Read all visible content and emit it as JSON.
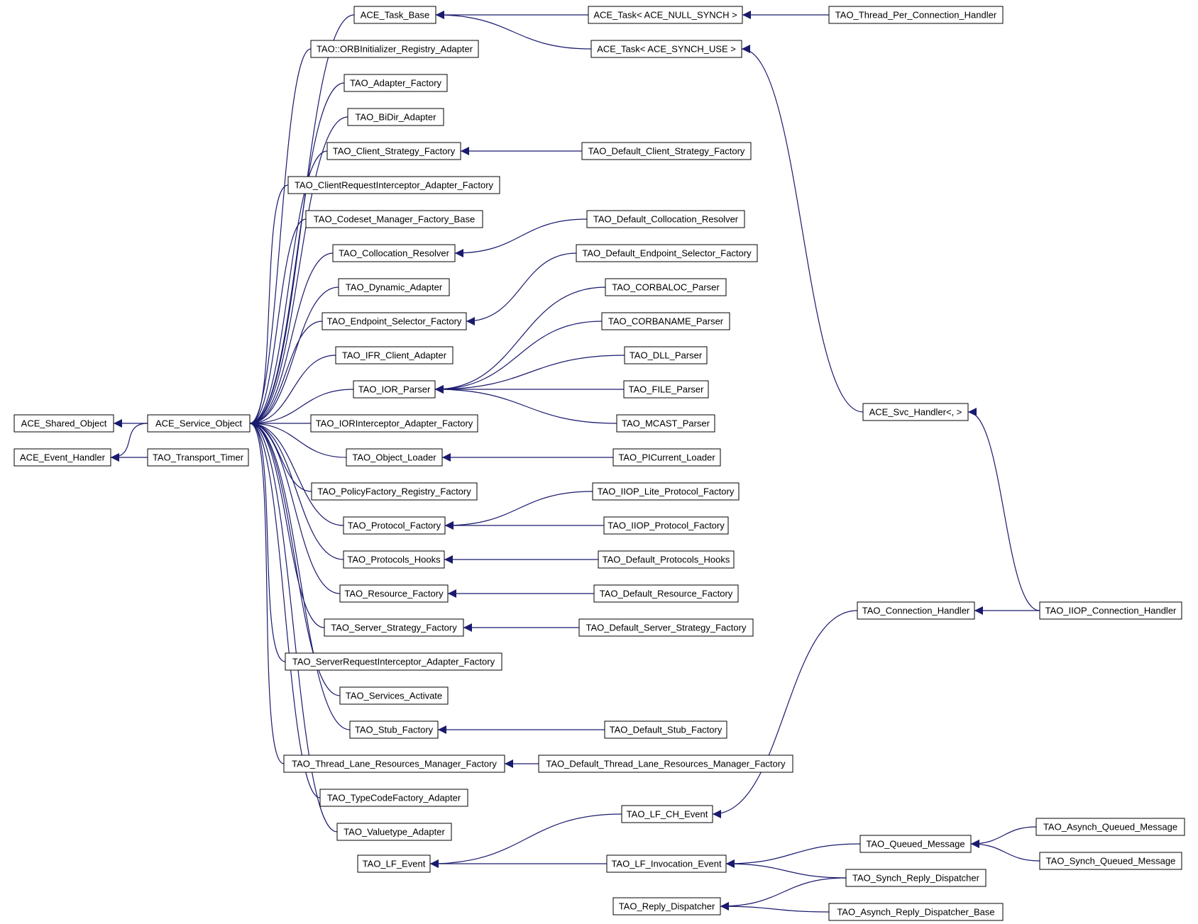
{
  "colors": {
    "edge": "#1a1a6e",
    "node_border": "#000000",
    "node_fill": "#ffffff",
    "background": "#ffffff"
  },
  "nodes": [
    {
      "id": "ace_shared_object",
      "label": "ACE_Shared_Object"
    },
    {
      "id": "ace_event_handler",
      "label": "ACE_Event_Handler"
    },
    {
      "id": "ace_service_object",
      "label": "ACE_Service_Object"
    },
    {
      "id": "tao_transport_timer",
      "label": "TAO_Transport_Timer"
    },
    {
      "id": "ace_task_base",
      "label": "ACE_Task_Base"
    },
    {
      "id": "tao_orbinitializer_registry_adapter",
      "label": "TAO::ORBInitializer_Registry_Adapter"
    },
    {
      "id": "tao_adapter_factory",
      "label": "TAO_Adapter_Factory"
    },
    {
      "id": "tao_bidir_adapter",
      "label": "TAO_BiDir_Adapter"
    },
    {
      "id": "tao_client_strategy_factory",
      "label": "TAO_Client_Strategy_Factory"
    },
    {
      "id": "tao_clientrequestinterceptor_adapter_factory",
      "label": "TAO_ClientRequestInterceptor_Adapter_Factory"
    },
    {
      "id": "tao_codeset_manager_factory_base",
      "label": "TAO_Codeset_Manager_Factory_Base"
    },
    {
      "id": "tao_collocation_resolver",
      "label": "TAO_Collocation_Resolver"
    },
    {
      "id": "tao_dynamic_adapter",
      "label": "TAO_Dynamic_Adapter"
    },
    {
      "id": "tao_endpoint_selector_factory",
      "label": "TAO_Endpoint_Selector_Factory"
    },
    {
      "id": "tao_ifr_client_adapter",
      "label": "TAO_IFR_Client_Adapter"
    },
    {
      "id": "tao_ior_parser",
      "label": "TAO_IOR_Parser"
    },
    {
      "id": "tao_iorinterceptor_adapter_factory",
      "label": "TAO_IORInterceptor_Adapter_Factory"
    },
    {
      "id": "tao_object_loader",
      "label": "TAO_Object_Loader"
    },
    {
      "id": "tao_policyfactory_registry_factory",
      "label": "TAO_PolicyFactory_Registry_Factory"
    },
    {
      "id": "tao_protocol_factory",
      "label": "TAO_Protocol_Factory"
    },
    {
      "id": "tao_protocols_hooks",
      "label": "TAO_Protocols_Hooks"
    },
    {
      "id": "tao_resource_factory",
      "label": "TAO_Resource_Factory"
    },
    {
      "id": "tao_server_strategy_factory",
      "label": "TAO_Server_Strategy_Factory"
    },
    {
      "id": "tao_serverrequestinterceptor_adapter_factory",
      "label": "TAO_ServerRequestInterceptor_Adapter_Factory"
    },
    {
      "id": "tao_services_activate",
      "label": "TAO_Services_Activate"
    },
    {
      "id": "tao_stub_factory",
      "label": "TAO_Stub_Factory"
    },
    {
      "id": "tao_thread_lane_resources_manager_factory",
      "label": "TAO_Thread_Lane_Resources_Manager_Factory"
    },
    {
      "id": "tao_typecodefactory_adapter",
      "label": "TAO_TypeCodeFactory_Adapter"
    },
    {
      "id": "tao_valuetype_adapter",
      "label": "TAO_Valuetype_Adapter"
    },
    {
      "id": "tao_lf_event",
      "label": "TAO_LF_Event"
    },
    {
      "id": "ace_task_null_synch",
      "label": "ACE_Task< ACE_NULL_SYNCH >"
    },
    {
      "id": "ace_task_synch_use",
      "label": "ACE_Task< ACE_SYNCH_USE >"
    },
    {
      "id": "tao_default_client_strategy_factory",
      "label": "TAO_Default_Client_Strategy_Factory"
    },
    {
      "id": "tao_default_collocation_resolver",
      "label": "TAO_Default_Collocation_Resolver"
    },
    {
      "id": "tao_default_endpoint_selector_factory",
      "label": "TAO_Default_Endpoint_Selector_Factory"
    },
    {
      "id": "tao_corbaloc_parser",
      "label": "TAO_CORBALOC_Parser"
    },
    {
      "id": "tao_corbaname_parser",
      "label": "TAO_CORBANAME_Parser"
    },
    {
      "id": "tao_dll_parser",
      "label": "TAO_DLL_Parser"
    },
    {
      "id": "tao_file_parser",
      "label": "TAO_FILE_Parser"
    },
    {
      "id": "tao_mcast_parser",
      "label": "TAO_MCAST_Parser"
    },
    {
      "id": "tao_picurrent_loader",
      "label": "TAO_PICurrent_Loader"
    },
    {
      "id": "tao_iiop_lite_protocol_factory",
      "label": "TAO_IIOP_Lite_Protocol_Factory"
    },
    {
      "id": "tao_iiop_protocol_factory",
      "label": "TAO_IIOP_Protocol_Factory"
    },
    {
      "id": "tao_default_protocols_hooks",
      "label": "TAO_Default_Protocols_Hooks"
    },
    {
      "id": "tao_default_resource_factory",
      "label": "TAO_Default_Resource_Factory"
    },
    {
      "id": "tao_default_server_strategy_factory",
      "label": "TAO_Default_Server_Strategy_Factory"
    },
    {
      "id": "tao_default_stub_factory",
      "label": "TAO_Default_Stub_Factory"
    },
    {
      "id": "tao_default_thread_lane_resources_manager_factory",
      "label": "TAO_Default_Thread_Lane_Resources_Manager_Factory"
    },
    {
      "id": "tao_lf_ch_event",
      "label": "TAO_LF_CH_Event"
    },
    {
      "id": "tao_lf_invocation_event",
      "label": "TAO_LF_Invocation_Event"
    },
    {
      "id": "tao_reply_dispatcher",
      "label": "TAO_Reply_Dispatcher"
    },
    {
      "id": "tao_thread_per_connection_handler",
      "label": "TAO_Thread_Per_Connection_Handler"
    },
    {
      "id": "ace_svc_handler",
      "label": "ACE_Svc_Handler<, >"
    },
    {
      "id": "tao_connection_handler",
      "label": "TAO_Connection_Handler"
    },
    {
      "id": "tao_queued_message",
      "label": "TAO_Queued_Message"
    },
    {
      "id": "tao_synch_reply_dispatcher",
      "label": "TAO_Synch_Reply_Dispatcher"
    },
    {
      "id": "tao_asynch_reply_dispatcher_base",
      "label": "TAO_Asynch_Reply_Dispatcher_Base"
    },
    {
      "id": "tao_iiop_connection_handler",
      "label": "TAO_IIOP_Connection_Handler"
    },
    {
      "id": "tao_asynch_queued_message",
      "label": "TAO_Asynch_Queued_Message"
    },
    {
      "id": "tao_synch_queued_message",
      "label": "TAO_Synch_Queued_Message"
    }
  ],
  "edges": [
    [
      "ace_service_object",
      "ace_shared_object"
    ],
    [
      "ace_service_object",
      "ace_event_handler"
    ],
    [
      "tao_transport_timer",
      "ace_event_handler"
    ],
    [
      "ace_task_base",
      "ace_service_object"
    ],
    [
      "tao_orbinitializer_registry_adapter",
      "ace_service_object"
    ],
    [
      "tao_adapter_factory",
      "ace_service_object"
    ],
    [
      "tao_bidir_adapter",
      "ace_service_object"
    ],
    [
      "tao_client_strategy_factory",
      "ace_service_object"
    ],
    [
      "tao_clientrequestinterceptor_adapter_factory",
      "ace_service_object"
    ],
    [
      "tao_codeset_manager_factory_base",
      "ace_service_object"
    ],
    [
      "tao_collocation_resolver",
      "ace_service_object"
    ],
    [
      "tao_dynamic_adapter",
      "ace_service_object"
    ],
    [
      "tao_endpoint_selector_factory",
      "ace_service_object"
    ],
    [
      "tao_ifr_client_adapter",
      "ace_service_object"
    ],
    [
      "tao_ior_parser",
      "ace_service_object"
    ],
    [
      "tao_iorinterceptor_adapter_factory",
      "ace_service_object"
    ],
    [
      "tao_object_loader",
      "ace_service_object"
    ],
    [
      "tao_policyfactory_registry_factory",
      "ace_service_object"
    ],
    [
      "tao_protocol_factory",
      "ace_service_object"
    ],
    [
      "tao_protocols_hooks",
      "ace_service_object"
    ],
    [
      "tao_resource_factory",
      "ace_service_object"
    ],
    [
      "tao_server_strategy_factory",
      "ace_service_object"
    ],
    [
      "tao_serverrequestinterceptor_adapter_factory",
      "ace_service_object"
    ],
    [
      "tao_services_activate",
      "ace_service_object"
    ],
    [
      "tao_stub_factory",
      "ace_service_object"
    ],
    [
      "tao_thread_lane_resources_manager_factory",
      "ace_service_object"
    ],
    [
      "tao_typecodefactory_adapter",
      "ace_service_object"
    ],
    [
      "tao_valuetype_adapter",
      "ace_service_object"
    ],
    [
      "ace_task_null_synch",
      "ace_task_base"
    ],
    [
      "ace_task_synch_use",
      "ace_task_base"
    ],
    [
      "tao_thread_per_connection_handler",
      "ace_task_null_synch"
    ],
    [
      "ace_svc_handler",
      "ace_task_synch_use"
    ],
    [
      "tao_default_client_strategy_factory",
      "tao_client_strategy_factory"
    ],
    [
      "tao_default_collocation_resolver",
      "tao_collocation_resolver"
    ],
    [
      "tao_default_endpoint_selector_factory",
      "tao_endpoint_selector_factory"
    ],
    [
      "tao_corbaloc_parser",
      "tao_ior_parser"
    ],
    [
      "tao_corbaname_parser",
      "tao_ior_parser"
    ],
    [
      "tao_dll_parser",
      "tao_ior_parser"
    ],
    [
      "tao_file_parser",
      "tao_ior_parser"
    ],
    [
      "tao_mcast_parser",
      "tao_ior_parser"
    ],
    [
      "tao_picurrent_loader",
      "tao_object_loader"
    ],
    [
      "tao_iiop_lite_protocol_factory",
      "tao_protocol_factory"
    ],
    [
      "tao_iiop_protocol_factory",
      "tao_protocol_factory"
    ],
    [
      "tao_default_protocols_hooks",
      "tao_protocols_hooks"
    ],
    [
      "tao_default_resource_factory",
      "tao_resource_factory"
    ],
    [
      "tao_default_server_strategy_factory",
      "tao_server_strategy_factory"
    ],
    [
      "tao_default_stub_factory",
      "tao_stub_factory"
    ],
    [
      "tao_default_thread_lane_resources_manager_factory",
      "tao_thread_lane_resources_manager_factory"
    ],
    [
      "tao_iiop_connection_handler",
      "ace_svc_handler"
    ],
    [
      "tao_iiop_connection_handler",
      "tao_connection_handler"
    ],
    [
      "tao_connection_handler",
      "tao_lf_ch_event"
    ],
    [
      "tao_lf_ch_event",
      "tao_lf_event"
    ],
    [
      "tao_lf_invocation_event",
      "tao_lf_event"
    ],
    [
      "tao_queued_message",
      "tao_lf_invocation_event"
    ],
    [
      "tao_synch_reply_dispatcher",
      "tao_lf_invocation_event"
    ],
    [
      "tao_asynch_queued_message",
      "tao_queued_message"
    ],
    [
      "tao_synch_queued_message",
      "tao_queued_message"
    ],
    [
      "tao_synch_reply_dispatcher",
      "tao_reply_dispatcher"
    ],
    [
      "tao_asynch_reply_dispatcher_base",
      "tao_reply_dispatcher"
    ]
  ]
}
